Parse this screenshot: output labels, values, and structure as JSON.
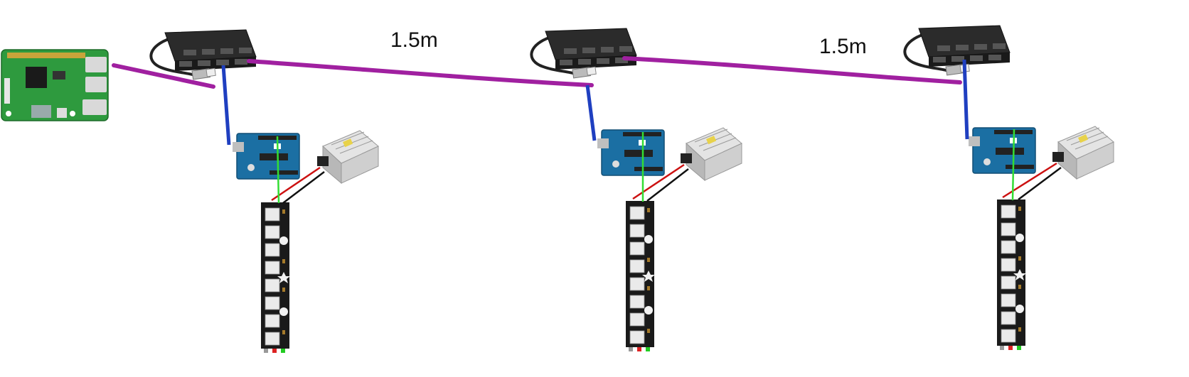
{
  "diagram": {
    "distance_labels": [
      {
        "text": "1.5m"
      },
      {
        "text": "1.5m"
      }
    ],
    "units": [
      {
        "id": "unit-1",
        "hub": "usb-hub",
        "controller": "arduino-board",
        "psu": "power-supply",
        "strip": "led-strip"
      },
      {
        "id": "unit-2",
        "hub": "usb-hub",
        "controller": "arduino-board",
        "psu": "power-supply",
        "strip": "led-strip"
      },
      {
        "id": "unit-3",
        "hub": "usb-hub",
        "controller": "arduino-board",
        "psu": "power-supply",
        "strip": "led-strip"
      }
    ],
    "source": "raspberry-pi",
    "colors": {
      "usb_link": "#a020a0",
      "usb_to_arduino": "#1f3fc0",
      "data_wire": "#33dd33",
      "power_wire_red": "#cc1111",
      "power_wire_black": "#111111",
      "pi_board": "#2e9a3e",
      "arduino_board": "#1b6fa3",
      "hub_body": "#2b2b2b",
      "psu_body": "#c8c8c8",
      "strip_body": "#1a1a1a"
    }
  }
}
